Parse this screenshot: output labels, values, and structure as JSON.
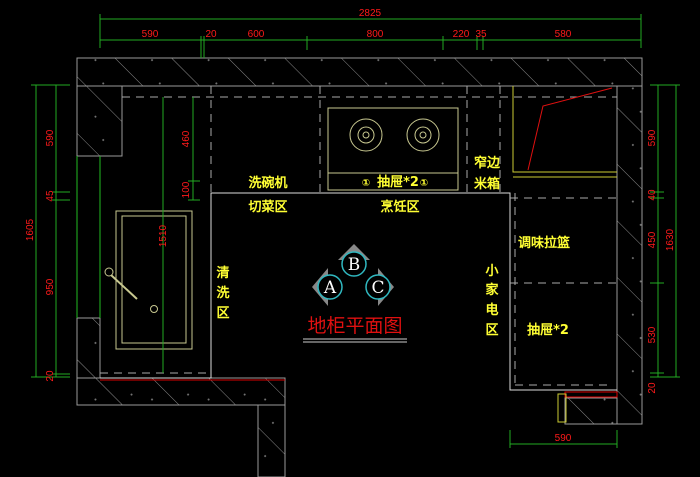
{
  "title": "地柜平面图",
  "dimensions": {
    "top_total": "2825",
    "top_segments": [
      "590",
      "20",
      "600",
      "800",
      "220",
      "35",
      "580"
    ],
    "left_total": "1605",
    "left_segments": [
      "590",
      "45",
      "950",
      "20"
    ],
    "sink_run": "1510",
    "sink_segments": [
      "460",
      "100"
    ],
    "right_total": "1630",
    "right_segments": [
      "590",
      "40",
      "450",
      "530",
      "20"
    ],
    "bottom": "590"
  },
  "labels": {
    "dishwasher": "洗碗机",
    "cutting_zone": "切菜区",
    "drawers_top": "抽屉*2",
    "cooking_zone": "烹饪区",
    "narrow_1": "窄边",
    "narrow_2": "米箱",
    "seasoning_basket": "调味拉篮",
    "drawers_right": "抽屉*2",
    "appliance_zone": [
      "小",
      "家",
      "电",
      "区"
    ],
    "washing_zone": [
      "清",
      "洗",
      "区"
    ],
    "drawer_marker": "①"
  },
  "work_triangle": [
    "A",
    "B",
    "C"
  ],
  "colors": {
    "dimension_line": "#22aa22",
    "dimension_text": "#ff1a1a",
    "label": "#ffff33",
    "wall": "#9a9a9a",
    "accent_red": "#e01010",
    "circle": "#30b8c0"
  }
}
